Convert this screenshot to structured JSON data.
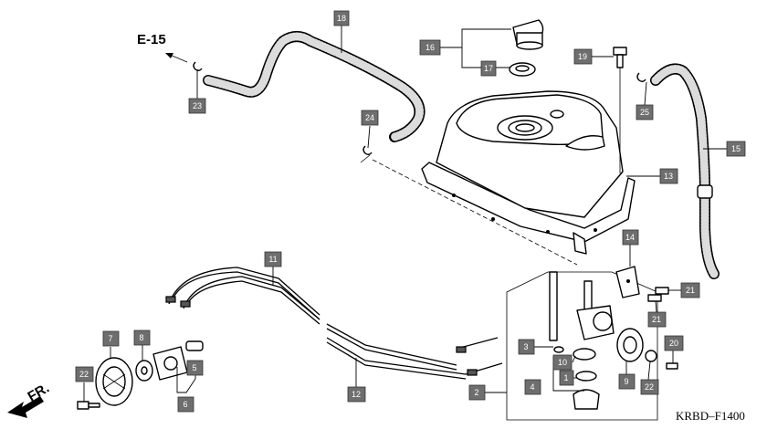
{
  "reference": "E-15",
  "front_marker": "FR.",
  "diagram_code": "KRBD–F1400",
  "callouts": [
    "1",
    "2",
    "3",
    "4",
    "5",
    "6",
    "7",
    "8",
    "9",
    "10",
    "11",
    "12",
    "13",
    "14",
    "15",
    "16",
    "17",
    "18",
    "19",
    "20",
    "21",
    "21",
    "22",
    "23",
    "24",
    "24",
    "25"
  ]
}
